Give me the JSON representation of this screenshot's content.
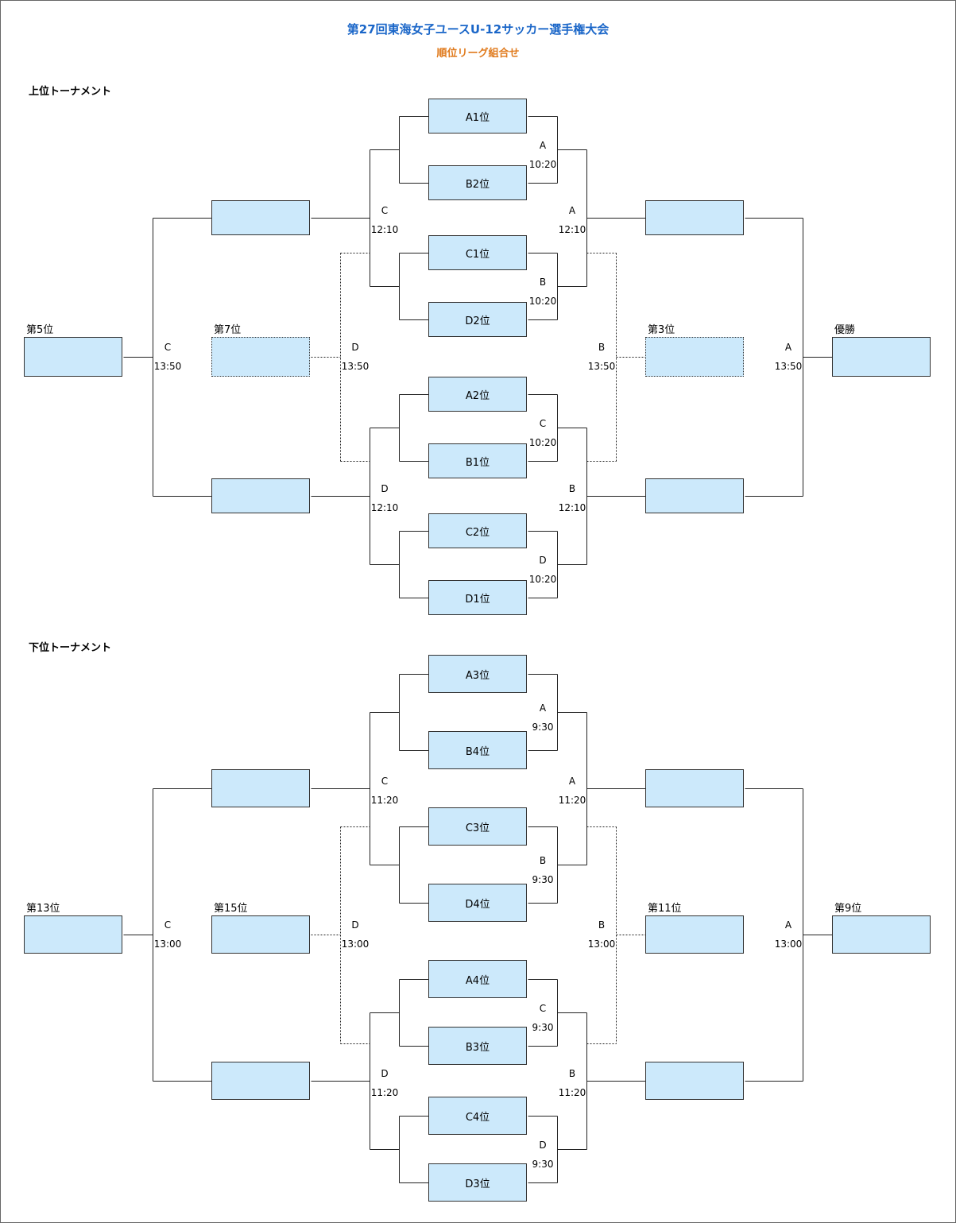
{
  "title": "第27回東海女子ユースU-12サッカー選手権大会",
  "subtitle": "順位リーグ組合せ",
  "colors": {
    "box_fill": "#cce9fb",
    "title": "#1a66c8",
    "subtitle": "#e07b1e"
  },
  "upper": {
    "heading": "上位トーナメント",
    "seeds": [
      "A1位",
      "B2位",
      "C1位",
      "D2位",
      "A2位",
      "B1位",
      "C2位",
      "D1位"
    ],
    "place_labels": {
      "left_final": "第5位",
      "left_mid": "第7位",
      "right_mid": "第3位",
      "right_final": "優勝"
    },
    "matches": {
      "r1_1": {
        "court": "A",
        "time": "10:20"
      },
      "r1_2": {
        "court": "B",
        "time": "10:20"
      },
      "r1_3": {
        "court": "C",
        "time": "10:20"
      },
      "r1_4": {
        "court": "D",
        "time": "10:20"
      },
      "sf_lt": {
        "court": "C",
        "time": "12:10"
      },
      "sf_lb": {
        "court": "D",
        "time": "12:10"
      },
      "sf_rt": {
        "court": "A",
        "time": "12:10"
      },
      "sf_rb": {
        "court": "B",
        "time": "12:10"
      },
      "mid_l": {
        "court": "D",
        "time": "13:50"
      },
      "mid_r": {
        "court": "B",
        "time": "13:50"
      },
      "fin_l": {
        "court": "C",
        "time": "13:50"
      },
      "fin_r": {
        "court": "A",
        "time": "13:50"
      }
    }
  },
  "lower": {
    "heading": "下位トーナメント",
    "seeds": [
      "A3位",
      "B4位",
      "C3位",
      "D4位",
      "A4位",
      "B3位",
      "C4位",
      "D3位"
    ],
    "place_labels": {
      "left_final": "第13位",
      "left_mid": "第15位",
      "right_mid": "第11位",
      "right_final": "第9位"
    },
    "matches": {
      "r1_1": {
        "court": "A",
        "time": "9:30"
      },
      "r1_2": {
        "court": "B",
        "time": "9:30"
      },
      "r1_3": {
        "court": "C",
        "time": "9:30"
      },
      "r1_4": {
        "court": "D",
        "time": "9:30"
      },
      "sf_lt": {
        "court": "C",
        "time": "11:20"
      },
      "sf_lb": {
        "court": "D",
        "time": "11:20"
      },
      "sf_rt": {
        "court": "A",
        "time": "11:20"
      },
      "sf_rb": {
        "court": "B",
        "time": "11:20"
      },
      "mid_l": {
        "court": "D",
        "time": "13:00"
      },
      "mid_r": {
        "court": "B",
        "time": "13:00"
      },
      "fin_l": {
        "court": "C",
        "time": "13:00"
      },
      "fin_r": {
        "court": "A",
        "time": "13:00"
      }
    }
  }
}
